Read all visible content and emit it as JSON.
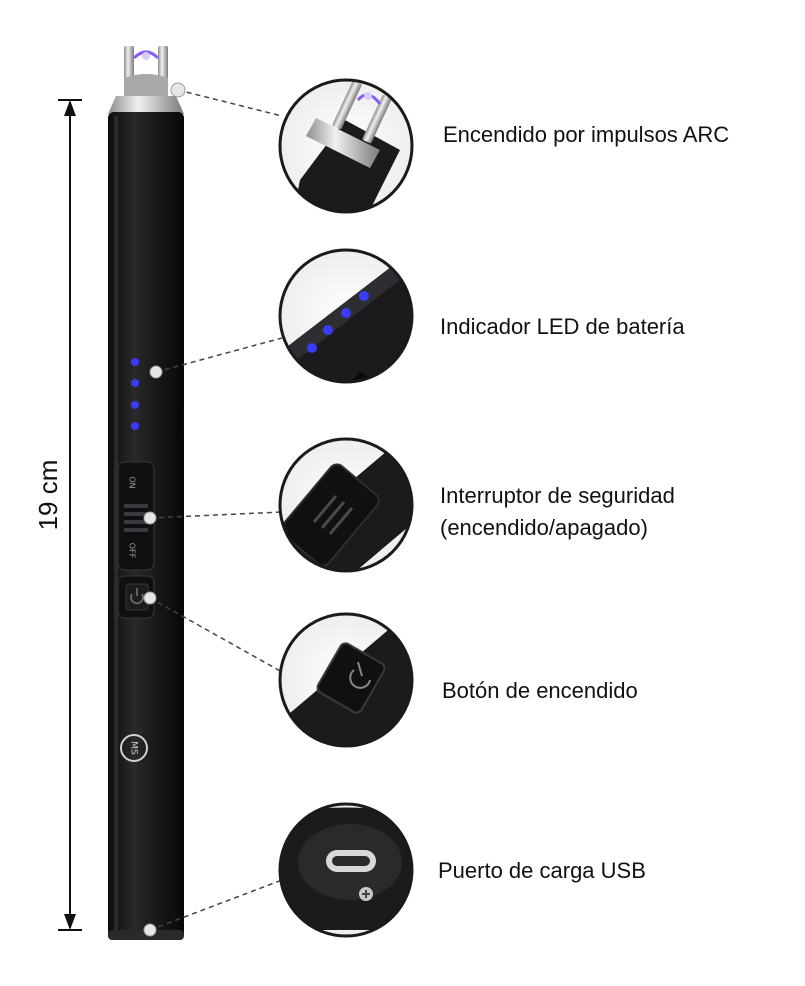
{
  "product": {
    "length_label": "19 cm",
    "logo_text": "MS",
    "switch_on": "ON",
    "switch_off": "OFF"
  },
  "features": [
    {
      "label": "Encendido por impulsos ARC",
      "icon": "arc-lighter-tip"
    },
    {
      "label": "Indicador LED de batería",
      "icon": "battery-led"
    },
    {
      "label_line1": "Interruptor de seguridad",
      "label_line2": "(encendido/apagado)",
      "icon": "safety-switch"
    },
    {
      "label": "Botón de encendido",
      "icon": "power-button"
    },
    {
      "label": "Puerto de carga USB",
      "icon": "usb-c-port"
    }
  ],
  "colors": {
    "body": "#1b1b1d",
    "led": "#3b3cf5",
    "chrome": "#c8c8c8",
    "arc": "#8a5cff"
  }
}
